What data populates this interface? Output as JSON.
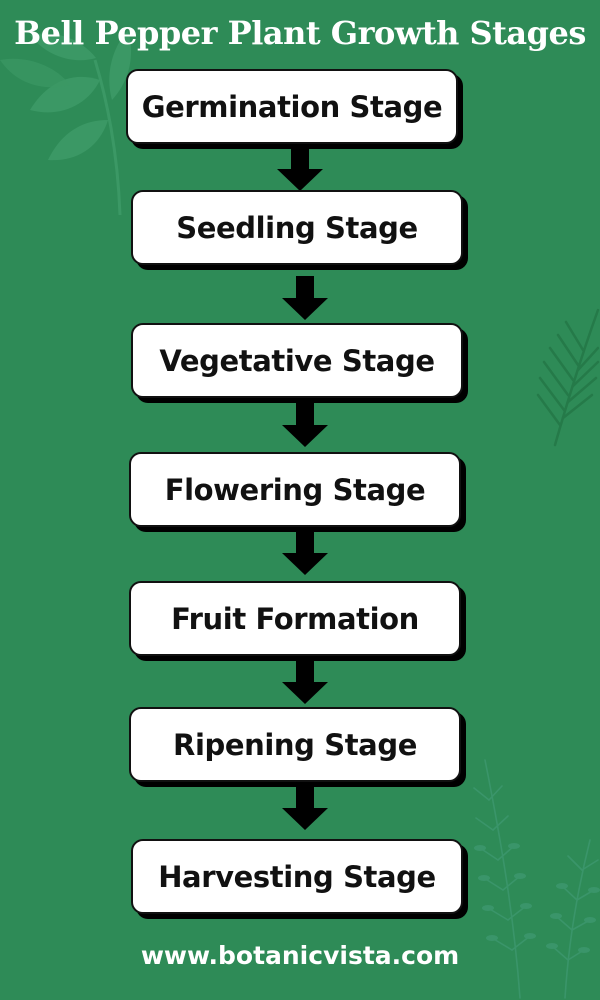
{
  "title": "Bell Pepper Plant Growth Stages",
  "stages": [
    {
      "label": "Germination Stage"
    },
    {
      "label": "Seedling Stage"
    },
    {
      "label": "Vegetative Stage"
    },
    {
      "label": "Flowering Stage"
    },
    {
      "label": "Fruit Formation"
    },
    {
      "label": "Ripening Stage"
    },
    {
      "label": "Harvesting Stage"
    }
  ],
  "footer": "www.botanicvista.com",
  "colors": {
    "background": "#2e8b57",
    "box": "#ffffff",
    "box_border": "#111111",
    "arrow": "#000000",
    "text": "#111111",
    "title": "#ffffff",
    "leaf_decoration": "#3c9a66"
  },
  "icons": [
    "leaf-branch-icon",
    "palm-leaf-icon",
    "herb-sprig-icon",
    "arrow-down-icon"
  ]
}
